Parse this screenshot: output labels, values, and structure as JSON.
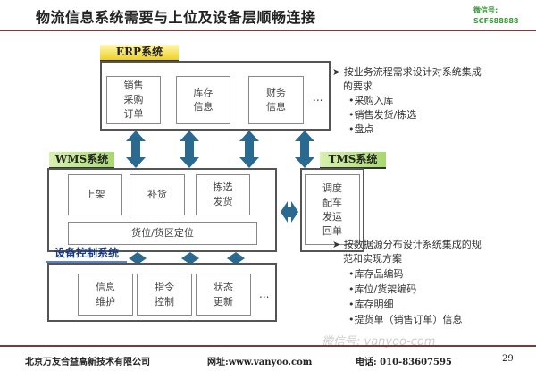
{
  "title": "物流信息系统需要与上位及设备层顺畅连接",
  "wechat": {
    "label": "微信号:",
    "id": "SCF688888"
  },
  "erp": {
    "label": "ERP系统",
    "modules": [
      "销售\n采购\n订单",
      "库存\n信息",
      "财务\n信息"
    ],
    "more": "..."
  },
  "wms": {
    "label": "WMS系统",
    "modules": [
      "上架",
      "补货",
      "拣选\n发货"
    ],
    "bottom": "货位/货区定位"
  },
  "tms": {
    "label": "TMS系统",
    "module": "调度\n配车\n发运\n回单"
  },
  "device": {
    "label": "设备控制系统",
    "modules": [
      "信息\n维护",
      "指令\n控制",
      "状态\n更新"
    ],
    "more": "..."
  },
  "notes1": {
    "head": "➤ 按业务流程需求设计对系统集成",
    "head2": "的要求",
    "bullets": [
      "•采购入库",
      "•销售发货/拣选",
      "•盘点"
    ]
  },
  "notes2": {
    "head": "➤ 按数据源分布设计系统集成的规",
    "head2": "范和实现方案",
    "bullets": [
      "•库存品编码",
      "•库位/货架编码",
      "•库存明细",
      "•提货单（销售订单）信息"
    ]
  },
  "footer": {
    "company": "北京万友合益高新技术有限公司",
    "website": "网址:www.vanyoo.com",
    "phone": "电话: 010-83607595",
    "page": "29"
  },
  "watermark": "微信号: vanyoo-com",
  "colors": {
    "arrow": "#2a6a90",
    "rule": "#7a3a3a"
  }
}
